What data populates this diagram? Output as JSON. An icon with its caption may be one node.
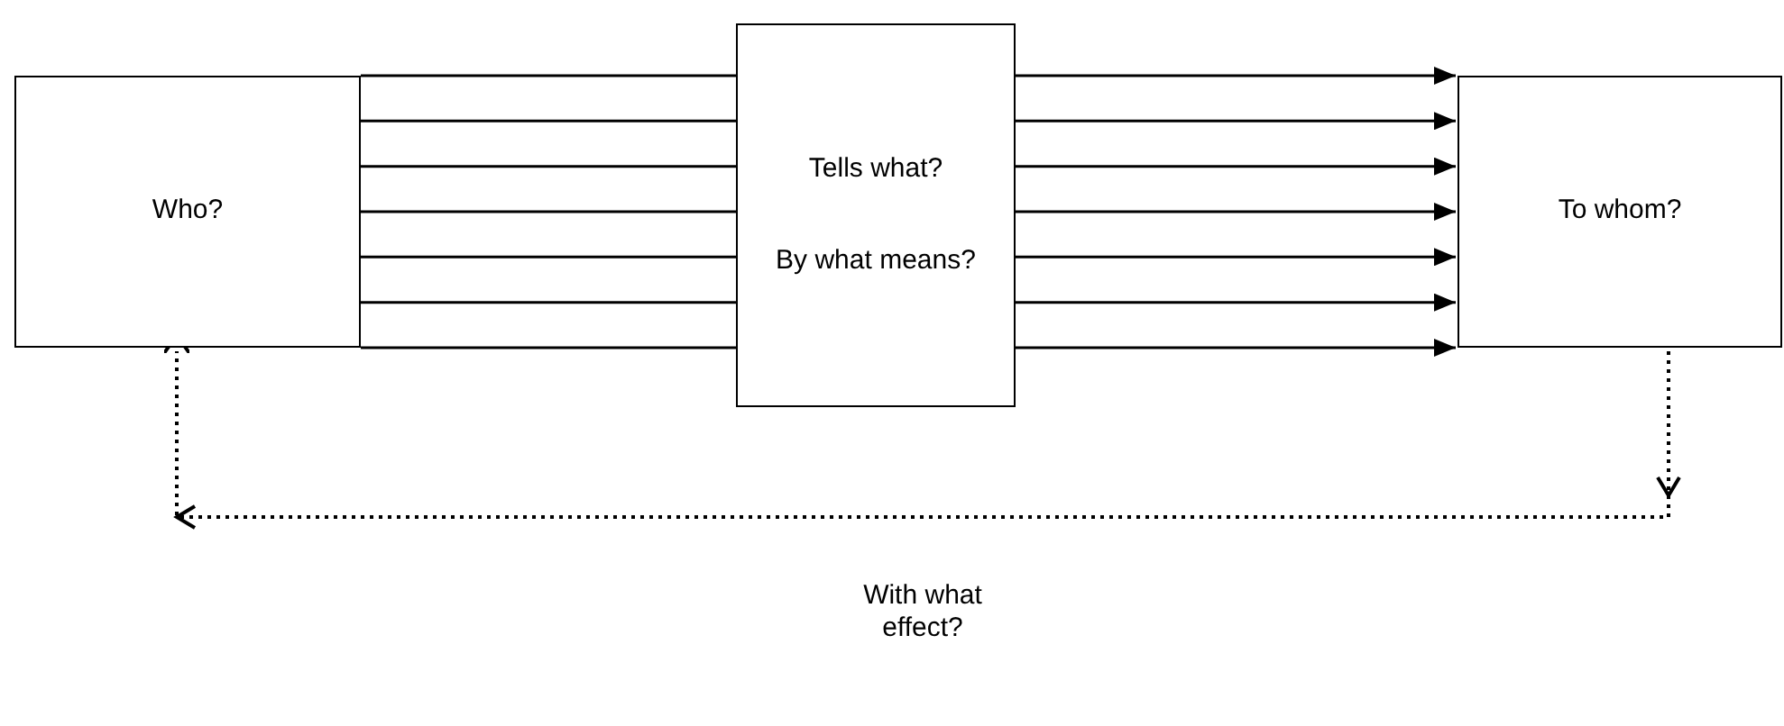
{
  "diagram": {
    "nodes": [
      {
        "text": [
          "Who?"
        ]
      },
      {
        "text": [
          "Tells what?",
          "By what means?"
        ]
      },
      {
        "text": [
          "To whom?"
        ]
      }
    ],
    "edges": [
      {
        "from": 0,
        "to": 1,
        "arrow": "none"
      },
      {
        "from": 0,
        "to": 1,
        "arrow": "none"
      },
      {
        "from": 0,
        "to": 1,
        "arrow": "none"
      },
      {
        "from": 0,
        "to": 1,
        "arrow": "none"
      },
      {
        "from": 0,
        "to": 1,
        "arrow": "none"
      },
      {
        "from": 0,
        "to": 1,
        "arrow": "none"
      },
      {
        "from": 0,
        "to": 1,
        "arrow": "none"
      },
      {
        "from": 1,
        "to": 2,
        "arrow": "to"
      },
      {
        "from": 1,
        "to": 2,
        "arrow": "to"
      },
      {
        "from": 1,
        "to": 2,
        "arrow": "to"
      },
      {
        "from": 1,
        "to": 2,
        "arrow": "to"
      },
      {
        "from": 1,
        "to": 2,
        "arrow": "to"
      },
      {
        "from": 1,
        "to": 2,
        "arrow": "to"
      },
      {
        "from": 1,
        "to": 2,
        "arrow": "to"
      },
      {
        "from": 2,
        "to": 0,
        "arrow": "to",
        "style": "dashed",
        "label": "With what effect?"
      }
    ]
  }
}
